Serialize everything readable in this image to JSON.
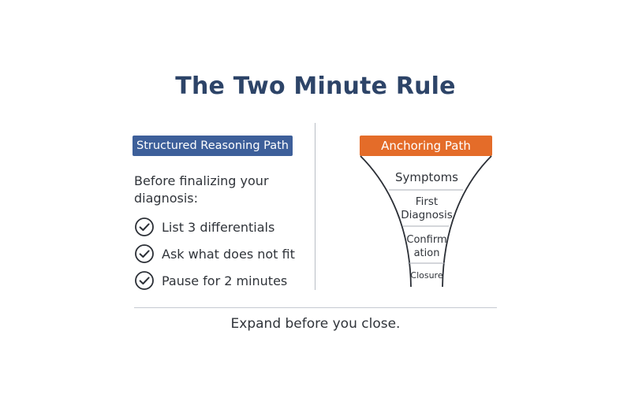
{
  "title": "The Two Minute Rule",
  "structured": {
    "label": "Structured Reasoning Path",
    "color": "#3d5f9a",
    "intro": "Before finalizing your diagnosis:",
    "items": [
      {
        "icon": "check-circle-icon",
        "text": "List 3 differentials"
      },
      {
        "icon": "check-circle-icon",
        "text": "Ask what does not fit"
      },
      {
        "icon": "check-circle-icon",
        "text": "Pause for 2 minutes"
      }
    ]
  },
  "anchoring": {
    "label": "Anchoring Path",
    "color": "#e46c29",
    "stages": [
      "Symptoms",
      "First\nDiagnosis",
      "Confirm\nation",
      "Closure"
    ]
  },
  "footer": "Expand before you close."
}
